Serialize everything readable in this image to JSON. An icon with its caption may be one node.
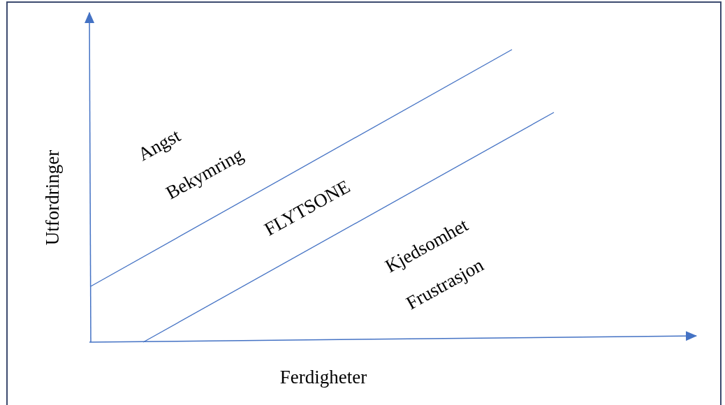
{
  "diagram": {
    "labels": [
      "Utfordringer",
      "Angst",
      "Bekymring",
      "FLYTSONE",
      "Kjedsomhet",
      "Frustrasjon",
      "Ferdigheter"
    ]
  }
}
